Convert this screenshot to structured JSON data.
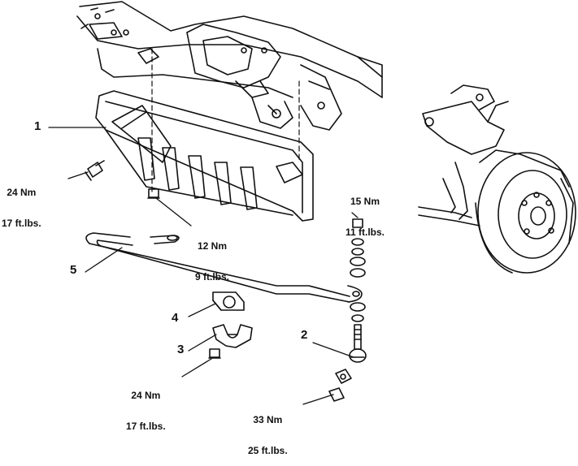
{
  "callouts": [
    {
      "id": "1",
      "text": "1"
    },
    {
      "id": "2",
      "text": "2"
    },
    {
      "id": "3",
      "text": "3"
    },
    {
      "id": "4",
      "text": "4"
    },
    {
      "id": "5",
      "text": "5"
    }
  ],
  "torques": {
    "bolt_left": {
      "nm": "24 Nm",
      "ftlb": "17 ft.lbs."
    },
    "bolt_center": {
      "nm": "12 Nm",
      "ftlb": "9 ft.lbs."
    },
    "link_top": {
      "nm": "15 Nm",
      "ftlb": "11 ft.lbs."
    },
    "bracket": {
      "nm": "24 Nm",
      "ftlb": "17 ft.lbs."
    },
    "link_bottom": {
      "nm": "33 Nm",
      "ftlb": "25 ft.lbs."
    }
  }
}
